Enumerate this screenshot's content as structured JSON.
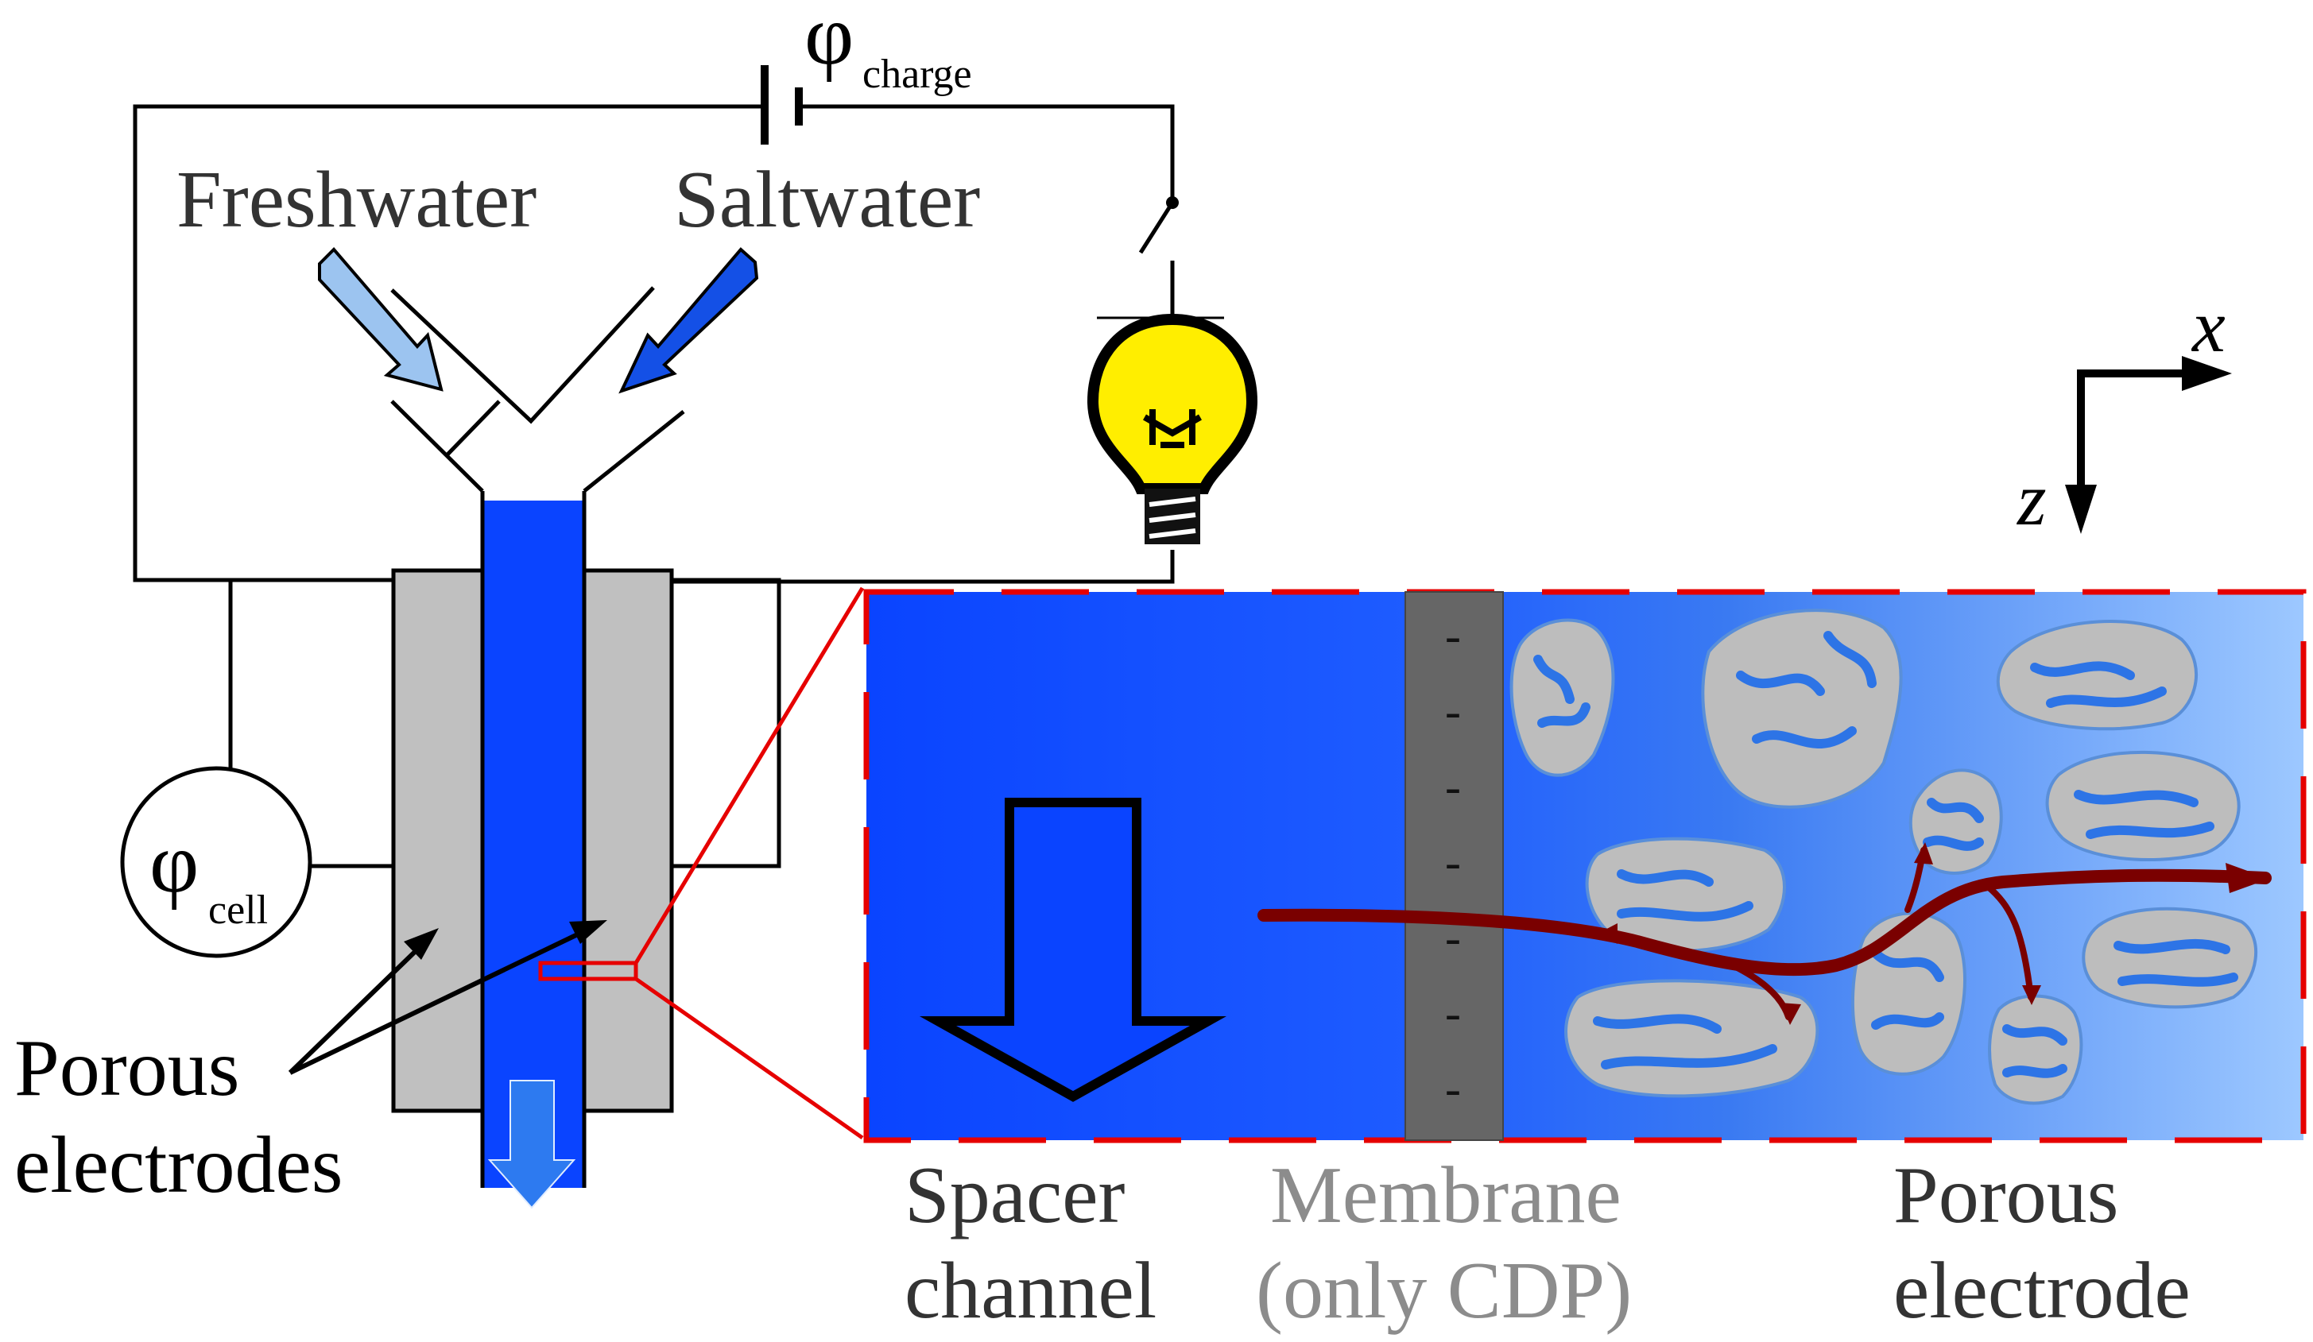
{
  "labels": {
    "phi": "φ",
    "charge_sub": "charge",
    "cell_sub": "cell",
    "freshwater": "Freshwater",
    "saltwater": "Saltwater",
    "porous_electrodes_line1": "Porous",
    "porous_electrodes_line2": "electrodes",
    "spacer_line1": "Spacer",
    "spacer_line2": "channel",
    "membrane_line1": "Membrane",
    "membrane_line2": "(only CDP)",
    "porous_electrode_line1": "Porous",
    "porous_electrode_line2": "electrode",
    "axis_x": "x",
    "axis_z": "z",
    "membrane_charge": "-"
  },
  "colors": {
    "channel_blue": "#0a44ff",
    "freshwater_arrow": "#9cc4f0",
    "saltwater_arrow": "#1450e6",
    "electrode_grey": "#c0c0c0",
    "membrane_grey": "#666666",
    "particle_grey": "#bdbdbd",
    "ion_path": "#7a0000",
    "zoom_red": "#e60000",
    "bulb_yellow": "#ffee00"
  }
}
